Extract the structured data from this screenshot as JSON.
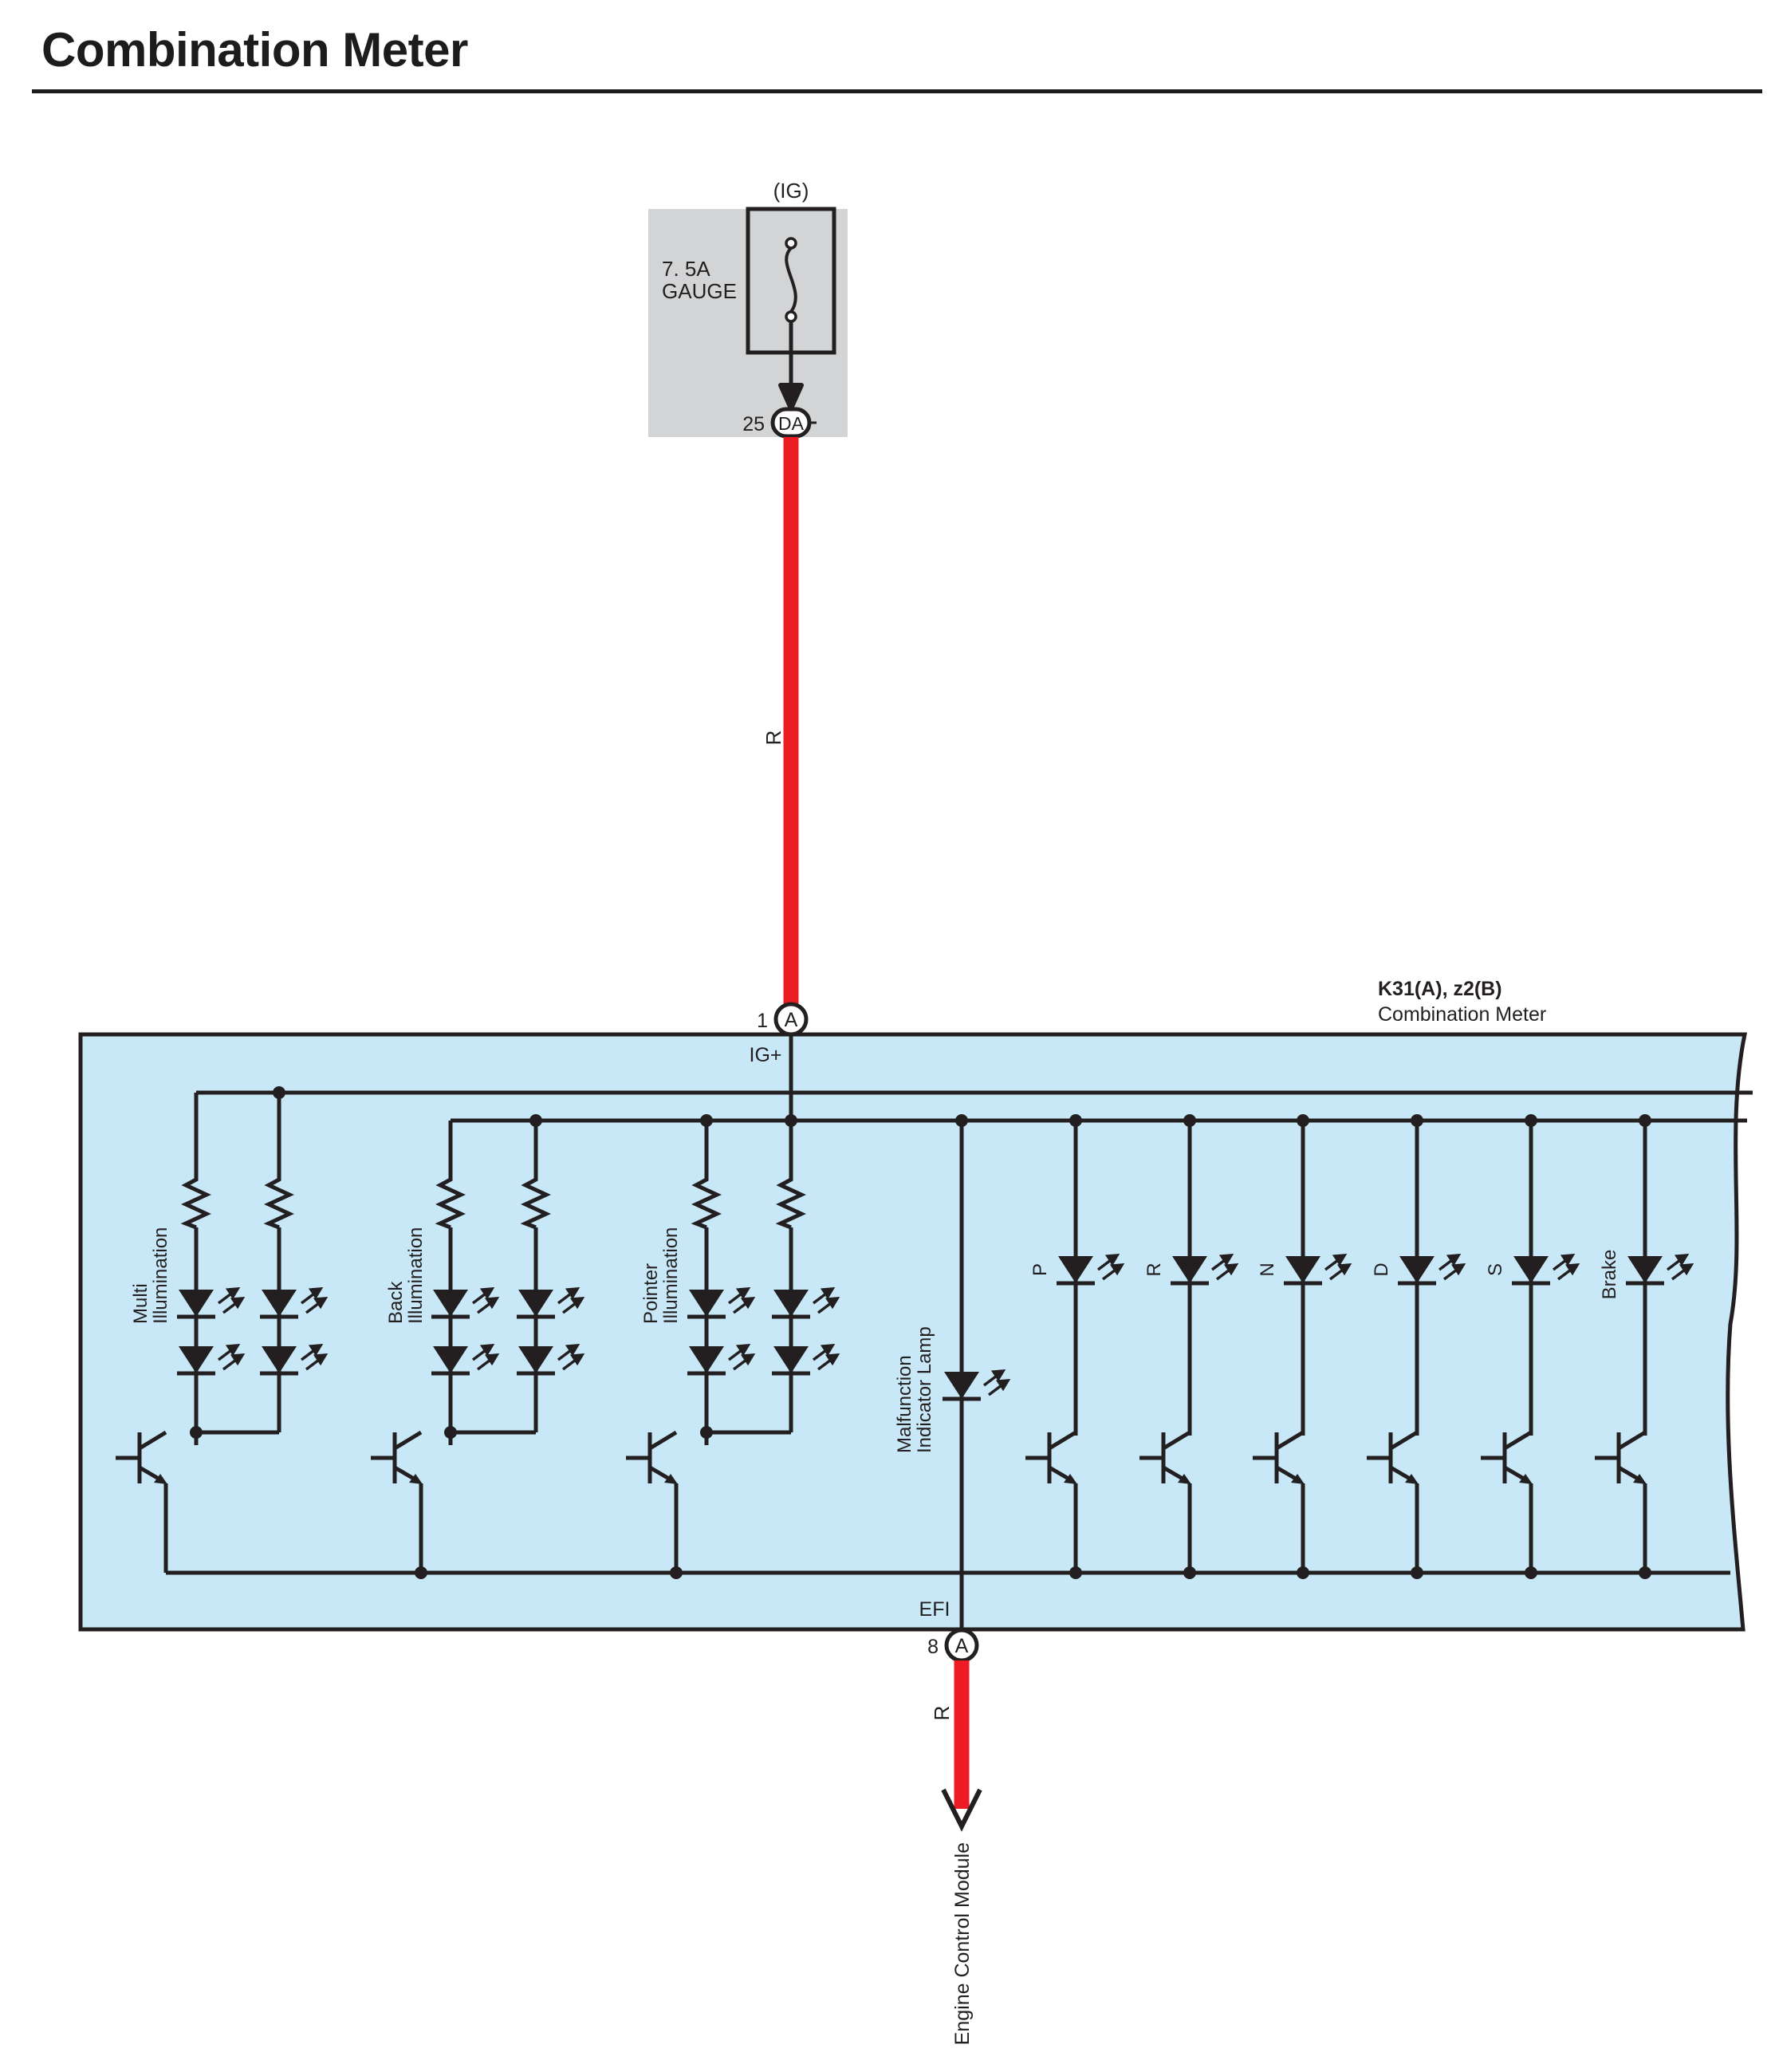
{
  "page": {
    "title": "Combination Meter"
  },
  "colors": {
    "wire_red": "#ed1c24",
    "component_fill": "#c8e8f8",
    "fuse_block_fill": "#d3d4d5",
    "line": "#231f20"
  },
  "fuse": {
    "supply": "(IG)",
    "rating": "7. 5A",
    "name": "GAUGE",
    "connector_pin": "25",
    "connector_code": "DA"
  },
  "wire_in": {
    "color_code": "R"
  },
  "wire_out": {
    "color_code": "R"
  },
  "meter": {
    "connectors": "K31(A), z2(B)",
    "name": "Combination Meter",
    "power_pin": {
      "pin": "1",
      "connector": "A",
      "signal": "IG+"
    },
    "efi_pin": {
      "pin": "8",
      "connector": "A",
      "signal": "EFI"
    },
    "groups": [
      {
        "line1": "Multi",
        "line2": "Illumination"
      },
      {
        "line1": "Back",
        "line2": "Illumination"
      },
      {
        "line1": "Pointer",
        "line2": "Illumination"
      }
    ],
    "mil": {
      "line1": "Malfunction",
      "line2": "Indicator Lamp"
    },
    "indicators": [
      "P",
      "R",
      "N",
      "D",
      "S",
      "Brake"
    ]
  },
  "destination": {
    "label": "Engine Control Module"
  }
}
